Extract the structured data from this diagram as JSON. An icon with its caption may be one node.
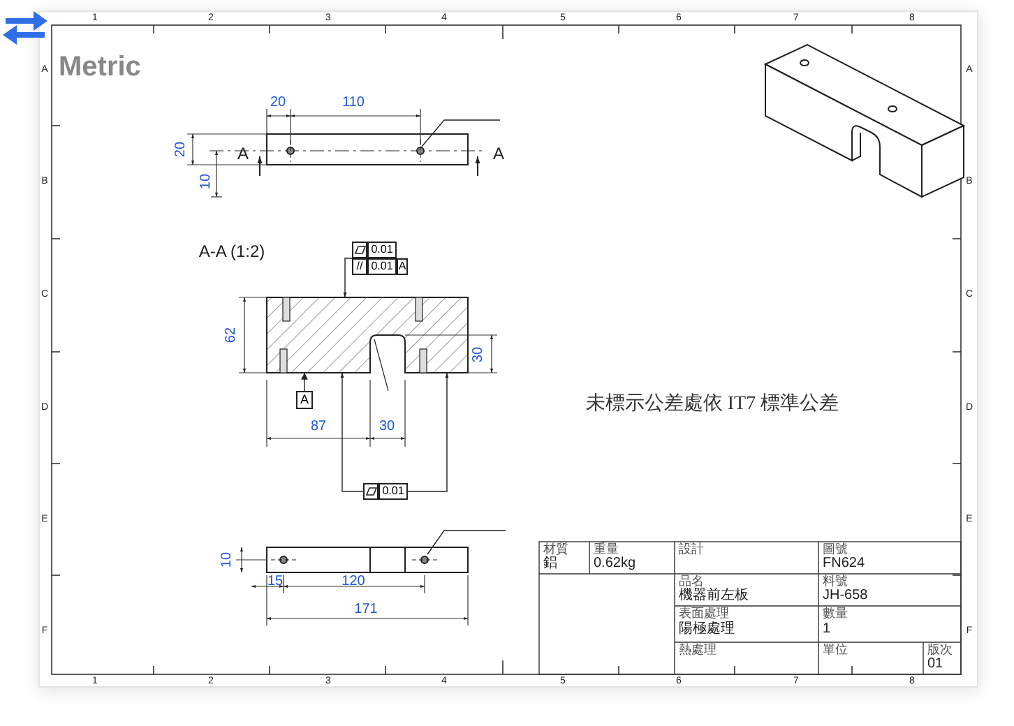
{
  "diagram": {
    "nodes": [
      {
        "text": [
          "0.01",
          "//",
          "0.01",
          "A"
        ]
      },
      {
        "text": [
          "A"
        ]
      },
      {
        "text": [
          "0.01"
        ]
      },
      {
        "text": [],
        "shape": "picture"
      }
    ],
    "edges": [
      {
        "from": 0,
        "to": 3,
        "arrow": "to"
      },
      {
        "from": 1,
        "to": 3,
        "arrow": "to"
      },
      {
        "from": 2,
        "to": 3,
        "arrow": "to"
      },
      {
        "from": 2,
        "to": 3,
        "arrow": "to"
      }
    ],
    "labels": [
      "Metric",
      "1",
      "2",
      "3",
      "4",
      "5",
      "6",
      "7",
      "8",
      "A",
      "B",
      "C",
      "D",
      "E",
      "F",
      "A",
      "B",
      "C",
      "D",
      "E",
      "F",
      "1",
      "2",
      "3",
      "4",
      "5",
      "6",
      "7",
      "8",
      "20",
      "110",
      "20",
      "10",
      "A",
      "A",
      "A-A (1:2)",
      "62",
      "30",
      "87",
      "30",
      "10",
      "15",
      "120",
      "171",
      "未標示公差處依 IT7 標準公差",
      "材質",
      "鋁",
      "重量",
      "0.62kg",
      "設計",
      "圖號",
      "FN624",
      "品名",
      "機器前左板",
      "料號",
      "JH-658",
      "表面處理",
      "陽極處理",
      "數量",
      "1",
      "熱處理",
      "單位",
      "版次",
      "01"
    ]
  }
}
